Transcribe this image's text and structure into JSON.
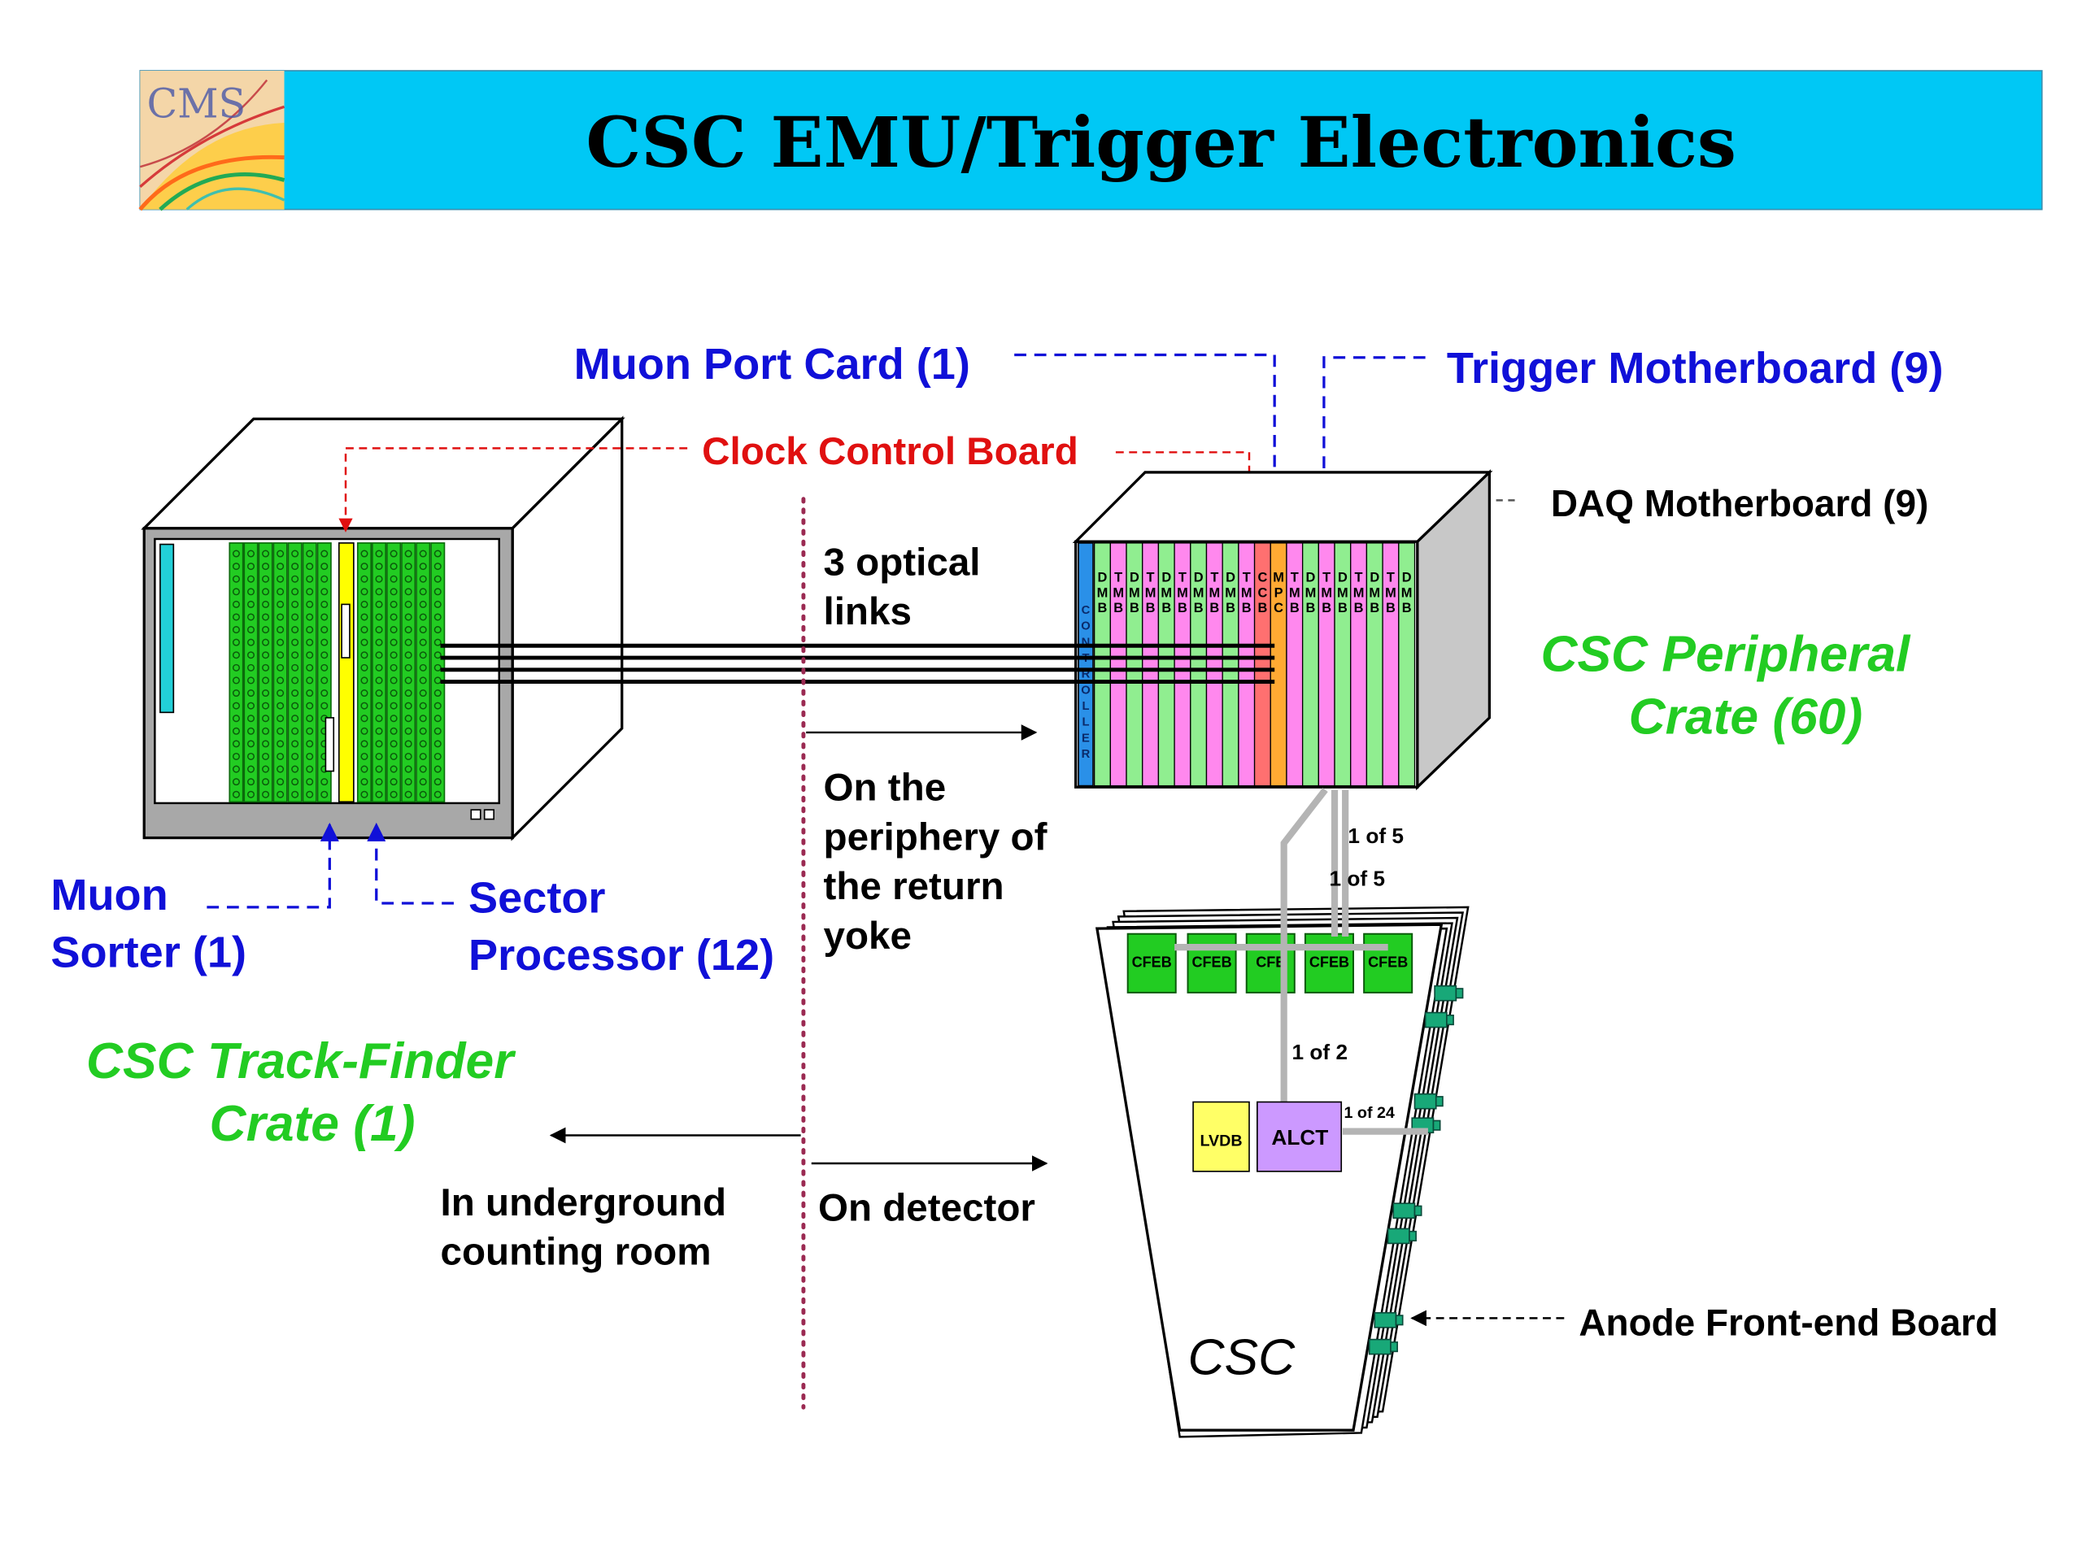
{
  "header": {
    "logo_text": "CMS",
    "title": "CSC EMU/Trigger Electronics",
    "bar_color": "#00c8f5"
  },
  "labels": {
    "muon_port_card": "Muon Port Card (1)",
    "trigger_motherboard": "Trigger Motherboard (9)",
    "clock_control_board": "Clock Control Board",
    "daq_motherboard": "DAQ Motherboard (9)",
    "optical_links": [
      "3 optical",
      "links"
    ],
    "peripheral_crate": [
      "CSC Peripheral",
      "Crate (60)"
    ],
    "periphery": [
      "On the",
      "periphery of",
      "the return",
      "yoke"
    ],
    "muon_sorter": [
      "Muon",
      "Sorter (1)"
    ],
    "sector_processor": [
      "Sector",
      "Processor (12)"
    ],
    "track_finder_crate": [
      "CSC Track-Finder",
      "Crate (1)"
    ],
    "underground": [
      "In underground",
      "counting room"
    ],
    "on_detector": "On detector",
    "anode_board": "Anode Front-end Board",
    "csc": "CSC",
    "one_of_5_a": "1 of 5",
    "one_of_5_b": "1 of 5",
    "one_of_2": "1 of 2",
    "one_of_24": "1 of 24"
  },
  "peripheral_slots": [
    {
      "l1": "D",
      "l2": "M",
      "l3": "B",
      "color": "#90ee90"
    },
    {
      "l1": "T",
      "l2": "M",
      "l3": "B",
      "color": "#ff88ee"
    },
    {
      "l1": "D",
      "l2": "M",
      "l3": "B",
      "color": "#90ee90"
    },
    {
      "l1": "T",
      "l2": "M",
      "l3": "B",
      "color": "#ff88ee"
    },
    {
      "l1": "D",
      "l2": "M",
      "l3": "B",
      "color": "#90ee90"
    },
    {
      "l1": "T",
      "l2": "M",
      "l3": "B",
      "color": "#ff88ee"
    },
    {
      "l1": "D",
      "l2": "M",
      "l3": "B",
      "color": "#90ee90"
    },
    {
      "l1": "T",
      "l2": "M",
      "l3": "B",
      "color": "#ff88ee"
    },
    {
      "l1": "D",
      "l2": "M",
      "l3": "B",
      "color": "#90ee90"
    },
    {
      "l1": "T",
      "l2": "M",
      "l3": "B",
      "color": "#ff88ee"
    },
    {
      "l1": "C",
      "l2": "C",
      "l3": "B",
      "color": "#ff7070"
    },
    {
      "l1": "M",
      "l2": "P",
      "l3": "C",
      "color": "#ffaa33"
    },
    {
      "l1": "T",
      "l2": "M",
      "l3": "B",
      "color": "#ff88ee"
    },
    {
      "l1": "D",
      "l2": "M",
      "l3": "B",
      "color": "#90ee90"
    },
    {
      "l1": "T",
      "l2": "M",
      "l3": "B",
      "color": "#ff88ee"
    },
    {
      "l1": "D",
      "l2": "M",
      "l3": "B",
      "color": "#90ee90"
    },
    {
      "l1": "T",
      "l2": "M",
      "l3": "B",
      "color": "#ff88ee"
    },
    {
      "l1": "D",
      "l2": "M",
      "l3": "B",
      "color": "#90ee90"
    },
    {
      "l1": "T",
      "l2": "M",
      "l3": "B",
      "color": "#ff88ee"
    },
    {
      "l1": "D",
      "l2": "M",
      "l3": "B",
      "color": "#90ee90"
    }
  ],
  "controller_label": "CONTROLLER",
  "cfebs": [
    "CFEB",
    "CFEB",
    "CFE",
    "CFEB",
    "CFEB"
  ],
  "lvdb_label": "LVDB",
  "alct_label": "ALCT",
  "colors": {
    "blue_label": "#1010d8",
    "red_label": "#e01010",
    "green_label": "#22cc22",
    "board_green": "#22cc22",
    "alct": "#cc99ff",
    "lvdb": "#ffff66",
    "afeb": "#18a878"
  }
}
